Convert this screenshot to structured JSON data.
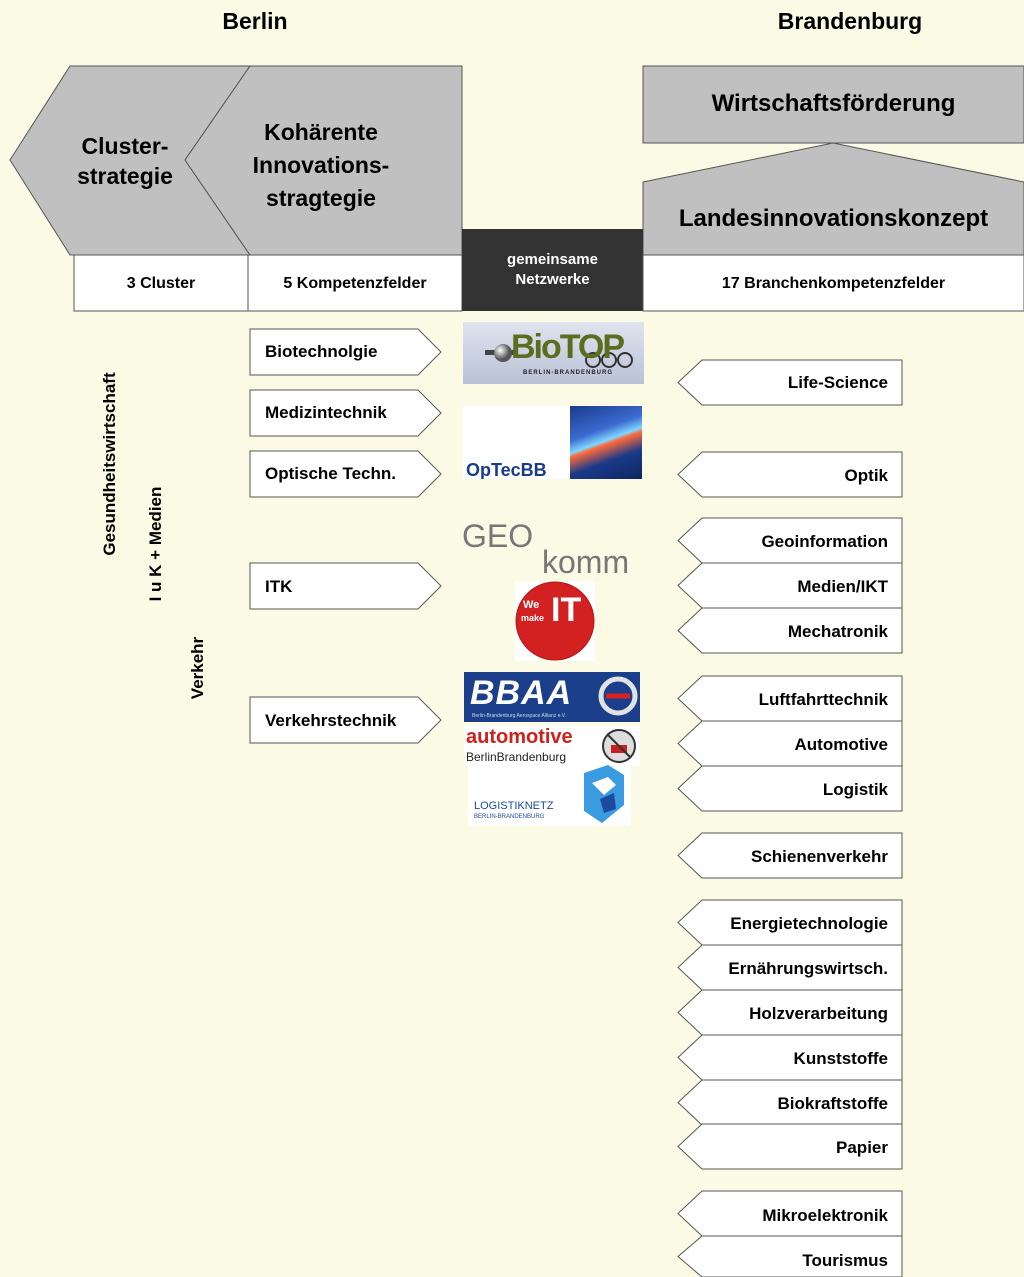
{
  "header": {
    "berlin": "Berlin",
    "brandenburg": "Brandenburg",
    "cluster_strategie_1": "Cluster-",
    "cluster_strategie_2": "strategie",
    "innovation_1": "Kohärente",
    "innovation_2": "Innovations-",
    "innovation_3": "stragtegie",
    "wirtschaftsfoerderung": "Wirtschaftsförderung",
    "landesinnovationskonzept": "Landesinnovationskonzept"
  },
  "columns": {
    "cluster": "3 Cluster",
    "kompetenzfelder": "5 Kompetenzfelder",
    "netzwerke_1": "gemeinsame",
    "netzwerke_2": "Netzwerke",
    "branchen": "17 Branchenkompetenzfelder"
  },
  "clusters": [
    "Gesundheitswirtschaft",
    "I u K + Medien",
    "Verkehr"
  ],
  "kompetenzfelder": [
    "Biotechnolgie",
    "Medizintechnik",
    "Optische Techn.",
    "ITK",
    "Verkehrstechnik"
  ],
  "branchen": [
    "Life-Science",
    "Optik",
    "Geoinformation",
    "Medien/IKT",
    "Mechatronik",
    "Luftfahrttechnik",
    "Automotive",
    "Logistik",
    "Schienenverkehr",
    "Energietechnologie",
    "Ernährungswirtsch.",
    "Holzverarbeitung",
    "Kunststoffe",
    "Biokraftstoffe",
    "Papier",
    "Mikroelektronik",
    "Tourismus"
  ],
  "logos": {
    "biotop": "BioTOP",
    "biotop_sub": "BERLIN-BRANDENBURG",
    "optec": "OpTecBB",
    "geo_1": "GEO",
    "geo_2": "komm",
    "wemakeit_1": "We",
    "wemakeit_2": "make",
    "wemakeit_3": "IT",
    "bbaa": "BBAA",
    "bbaa_sub": "Berlin-Brandenburg Aerospace Allianz e.V.",
    "automotive_1": "automotive",
    "automotive_2": "BerlinBrandenburg",
    "logistik_1": "LOGISTIKNETZ",
    "logistik_2": "BERLIN-BRANDENBURG"
  },
  "colors": {
    "background": "#fbfbe5",
    "shape_fill": "#c0c0c0",
    "box_fill": "#ffffff",
    "network_header": "#333333",
    "outline": "#555555"
  }
}
